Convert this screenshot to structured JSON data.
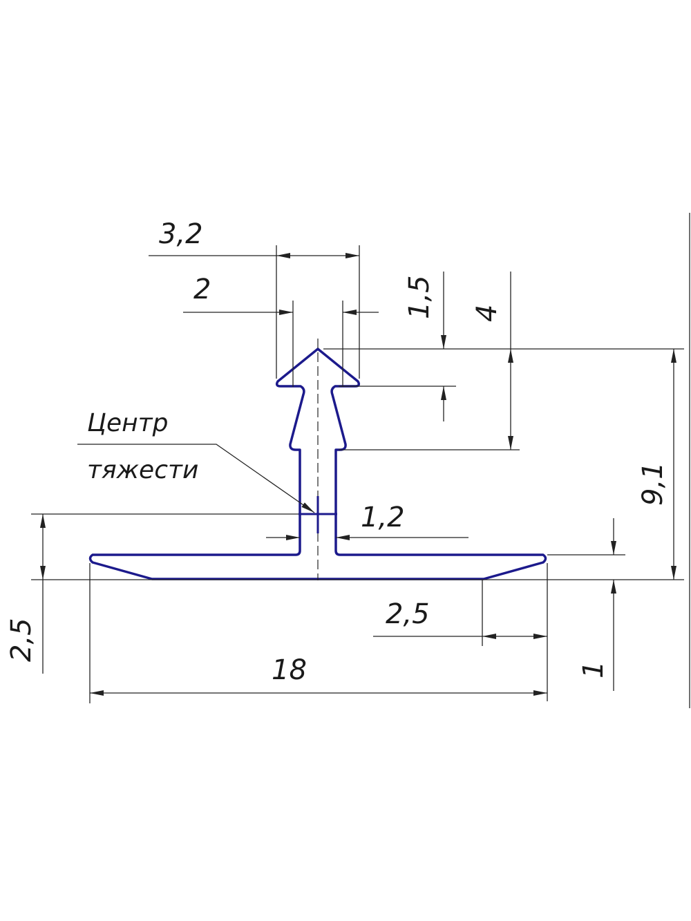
{
  "colors": {
    "profile": "#1c1a8c",
    "lines": "#222222",
    "background": "#ffffff"
  },
  "dimensions": {
    "head_width": "3,2",
    "neck_width": "2",
    "head_height": "1,5",
    "upper_height": "4",
    "total_height": "9,1",
    "stem_width": "1,2",
    "center_height": "2,5",
    "flange_bevel": "2,5",
    "base_width": "18",
    "base_thickness": "1"
  },
  "label": {
    "line1": "Центр",
    "line2": "тяжести"
  }
}
